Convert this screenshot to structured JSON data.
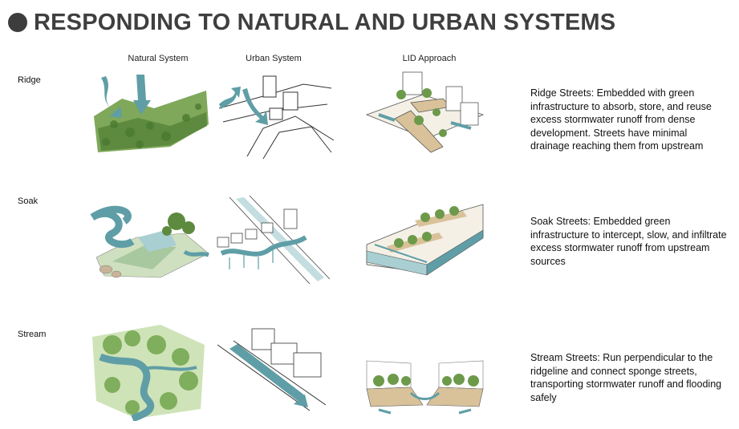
{
  "title": "RESPONDING TO NATURAL AND URBAN SYSTEMS",
  "columns": [
    "Natural System",
    "Urban System",
    "LID Approach"
  ],
  "rows": [
    {
      "label": "Ridge",
      "description": "Ridge Streets: Embedded with green infrastructure to absorb, store, and reuse excess stormwater runoff from dense development. Streets have minimal drainage reaching them from upstream"
    },
    {
      "label": "Soak",
      "description": "Soak Streets: Embedded green infrastructure to intercept, slow, and infiltrate excess stormwater runoff from upstream sources"
    },
    {
      "label": "Stream",
      "description": "Stream Streets: Run perpendicular to the ridgeline and connect sponge streets, transporting stormwater runoff and flooding safely"
    }
  ],
  "colors": {
    "title": "#3f3f3f",
    "water": "#5f9ea6",
    "water_light": "#a9cfd3",
    "vegetation": "#6c9a4a",
    "soil": "#d9c29a"
  }
}
